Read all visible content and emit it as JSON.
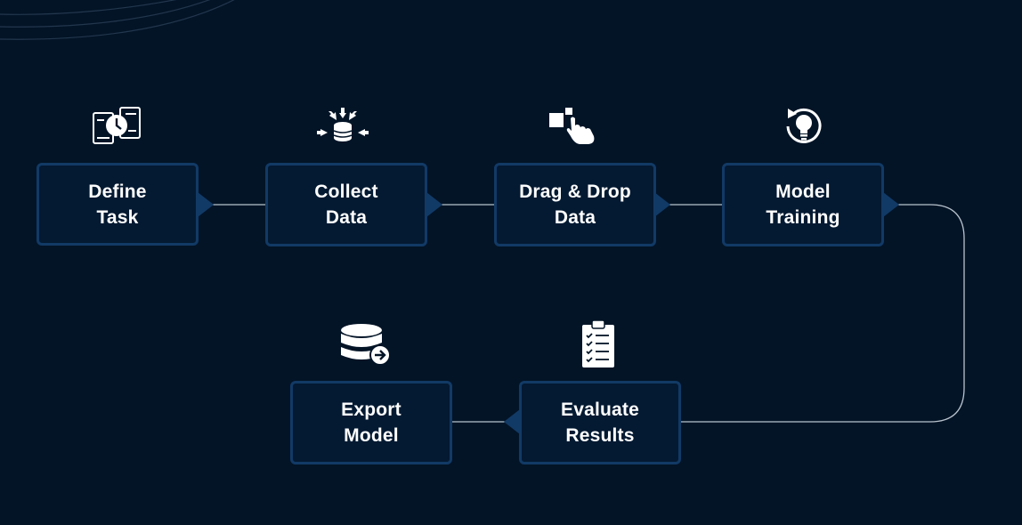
{
  "colors": {
    "background": "#031427",
    "box_border": "#123a66",
    "box_fill": "#041a32",
    "connector": "#b9c3cd",
    "arrow": "#123a66",
    "text": "#ffffff",
    "icon": "#ffffff"
  },
  "steps": [
    {
      "id": "define-task",
      "line1": "Define",
      "line2": "Task",
      "icon": "calendar-clock-icon"
    },
    {
      "id": "collect-data",
      "line1": "Collect",
      "line2": "Data",
      "icon": "database-collect-icon"
    },
    {
      "id": "drag-drop-data",
      "line1": "Drag & Drop",
      "line2": "Data",
      "icon": "drag-drop-hand-icon"
    },
    {
      "id": "model-training",
      "line1": "Model",
      "line2": "Training",
      "icon": "lightbulb-refresh-icon"
    },
    {
      "id": "evaluate-results",
      "line1": "Evaluate",
      "line2": "Results",
      "icon": "clipboard-checklist-icon"
    },
    {
      "id": "export-model",
      "line1": "Export",
      "line2": "Model",
      "icon": "database-export-icon"
    }
  ]
}
